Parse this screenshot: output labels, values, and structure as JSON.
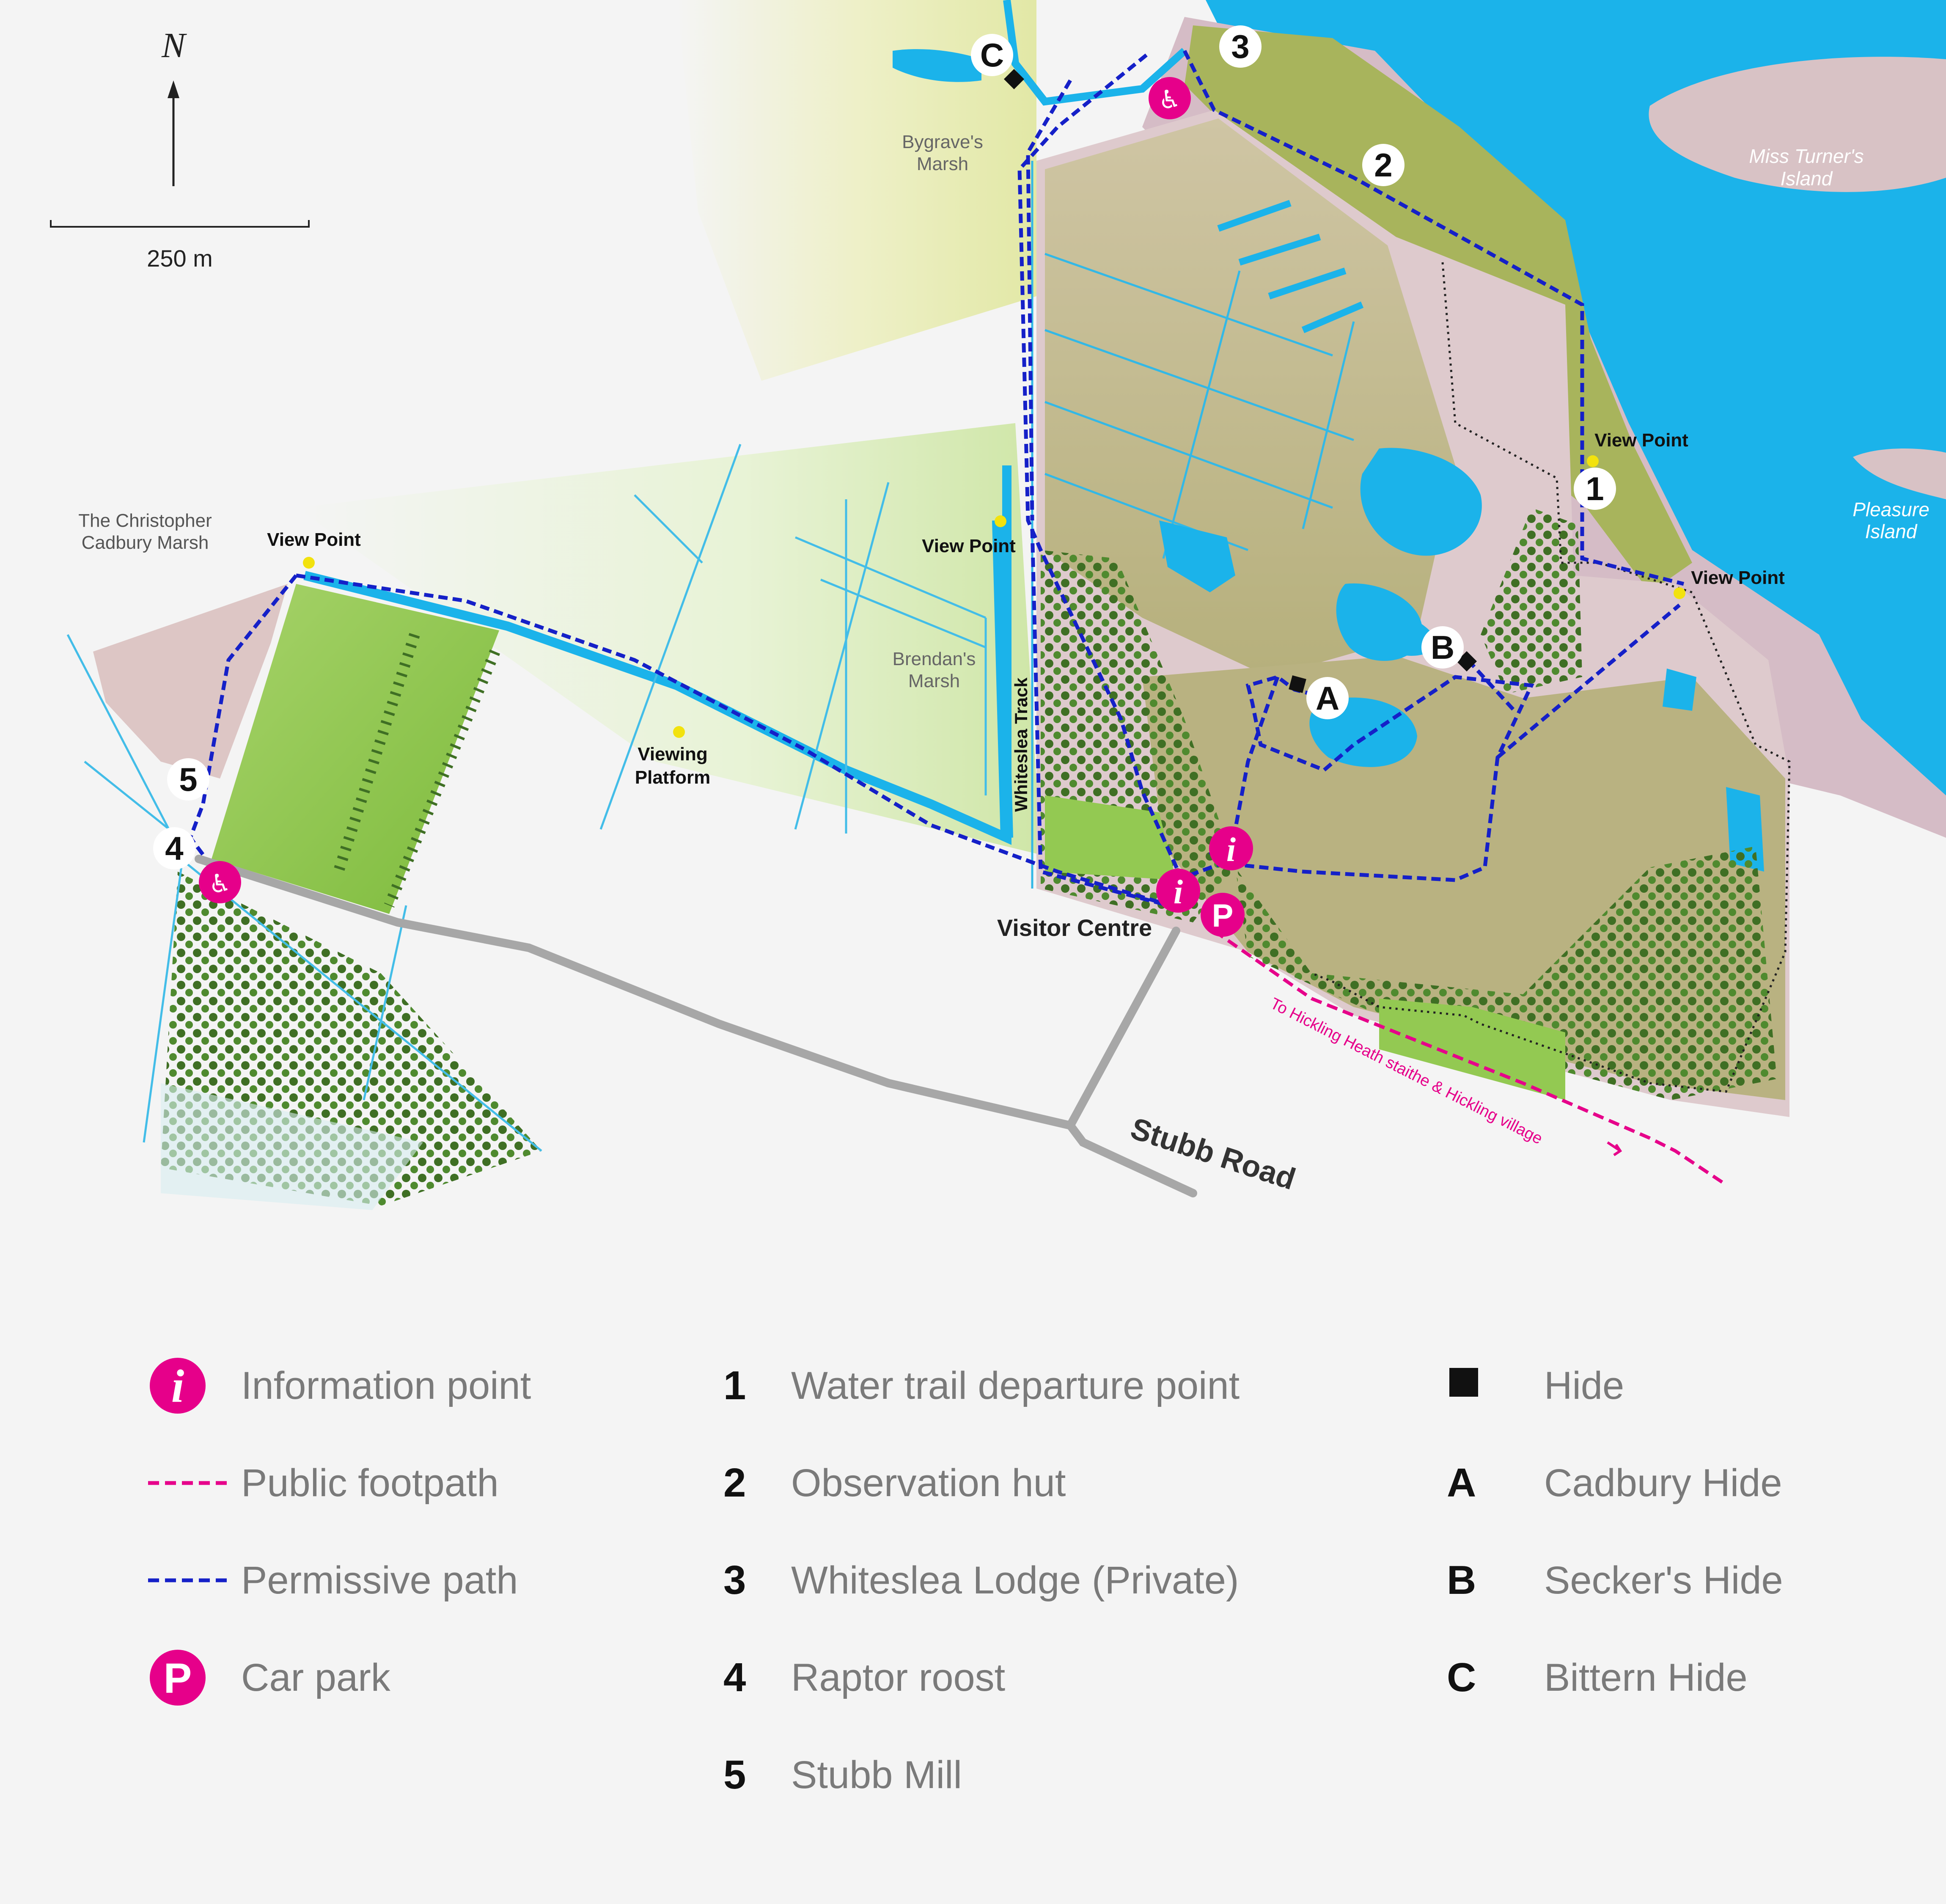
{
  "compass": {
    "north": "N",
    "scale": "250 m"
  },
  "places": {
    "miss_turner": [
      "Miss Turner's",
      "Island"
    ],
    "pleasure": [
      "Pleasure",
      "Island"
    ],
    "bygrave": [
      "Bygrave's",
      "Marsh"
    ],
    "brendan": [
      "Brendan's",
      "Marsh"
    ],
    "christopher": [
      "The Christopher",
      "Cadbury Marsh"
    ],
    "viewing_platform": [
      "Viewing",
      "Platform"
    ],
    "view_point": "View Point",
    "whiteslea_track": "Whiteslea Track",
    "visitor_centre": "Visitor Centre",
    "stubb_road": "Stubb Road",
    "to_hickling": "To Hickling Heath staithe & Hickling village"
  },
  "markers": {
    "m1": "1",
    "m2": "2",
    "m3": "3",
    "m4": "4",
    "m5": "5",
    "hA": "A",
    "hB": "B",
    "hC": "C",
    "info": "i",
    "parking": "P",
    "wheelchair": "♿"
  },
  "colors": {
    "water": "#1bb3ea",
    "permissive": "#1520c8",
    "footpath": "#e6008a",
    "woodland": "#4a7d2c",
    "meadow": "#8cc63f",
    "reedbed": "#c7b98f",
    "marsh_pink": "#ddc6c8",
    "road": "#a7a7a7"
  },
  "legend": {
    "col1": [
      {
        "icon": "info-icon",
        "label": "Information point"
      },
      {
        "icon": "public-footpath-line",
        "label": "Public footpath"
      },
      {
        "icon": "permissive-path-line",
        "label": "Permissive path"
      },
      {
        "icon": "car-park-icon",
        "label": "Car park"
      }
    ],
    "col2": [
      {
        "num": "1",
        "label": "Water trail departure point"
      },
      {
        "num": "2",
        "label": "Observation hut"
      },
      {
        "num": "3",
        "label": "Whiteslea Lodge (Private)"
      },
      {
        "num": "4",
        "label": "Raptor roost"
      },
      {
        "num": "5",
        "label": "Stubb Mill"
      }
    ],
    "col3": [
      {
        "sym": "",
        "label": "Hide"
      },
      {
        "sym": "A",
        "label": "Cadbury Hide"
      },
      {
        "sym": "B",
        "label": "Secker's Hide"
      },
      {
        "sym": "C",
        "label": "Bittern Hide"
      }
    ]
  }
}
